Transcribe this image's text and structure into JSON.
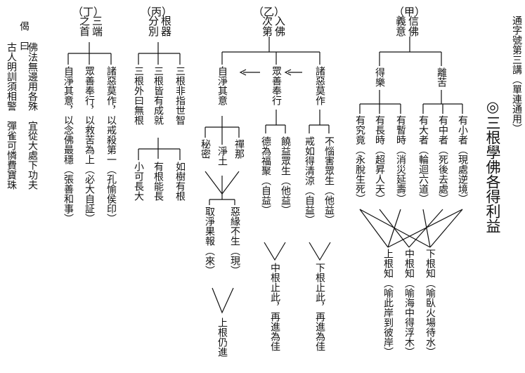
{
  "series_note": "通字號第三講（單連通用）",
  "main_title": "◎三根學佛各得利益",
  "sections": {
    "jia": {
      "mark": "（甲）",
      "title": [
        "信佛",
        "義意"
      ],
      "branch_away": "離苦",
      "branch_get": "得樂",
      "items": [
        "有小者（現處逆境）",
        "有中者（死後去處）",
        "有大者（輪迴六道）",
        "有暫時（消災延壽）",
        "有長時（超昇人天）",
        "有究竟（永脫生死）"
      ]
    },
    "yi": {
      "mark": "（乙）",
      "title": [
        "入佛",
        "次第"
      ],
      "stage1": "諸惡莫作",
      "stage2": "眾善奉行",
      "stage3": "自淨其意",
      "s1_items": [
        "不惱害眾生（他益）",
        "戒如得清涼（自益）"
      ],
      "s2_items": [
        "饒益眾生（他益）",
        "德為福聚（自益）"
      ],
      "s3_items": [
        "禪那",
        "淨土",
        "秘密"
      ],
      "s3_results": [
        "惡緣不生（現）",
        "取淨果報（來）"
      ]
    },
    "bing": {
      "mark": "（丙）",
      "title": [
        "根器",
        "分別"
      ],
      "items": [
        "三根非指世智",
        "三根皆有成就",
        "三根外曰無根"
      ],
      "sub_items": [
        "如樹有根",
        "有根能長",
        "小可長大"
      ]
    },
    "ding": {
      "mark": "（丁）",
      "title": [
        "三端",
        "之首"
      ],
      "items": [
        "諸惡莫作，以戒殺第一（孔愉侯印）",
        "眾善奉行，以救苦為上（必大自証）",
        "自淨其意，以念佛最穩（張善和事）"
      ]
    }
  },
  "grades": {
    "lower_jia": "下根知（喻臥火場待水）",
    "middle_jia": "中根知（喻海中得浮木）",
    "upper_jia": "上根知（喻此岸到彼岸）",
    "lower_yi": "下根止此，再進為佳",
    "middle_yi": "中根止此，再進為佳",
    "upper_yi": "上根仍進"
  },
  "verse": {
    "head": "偈　曰",
    "lines": [
      "佛法無邊用各殊　宜從大處下功夫",
      "古人明訓須相警　彈雀可憐費寶珠"
    ]
  }
}
